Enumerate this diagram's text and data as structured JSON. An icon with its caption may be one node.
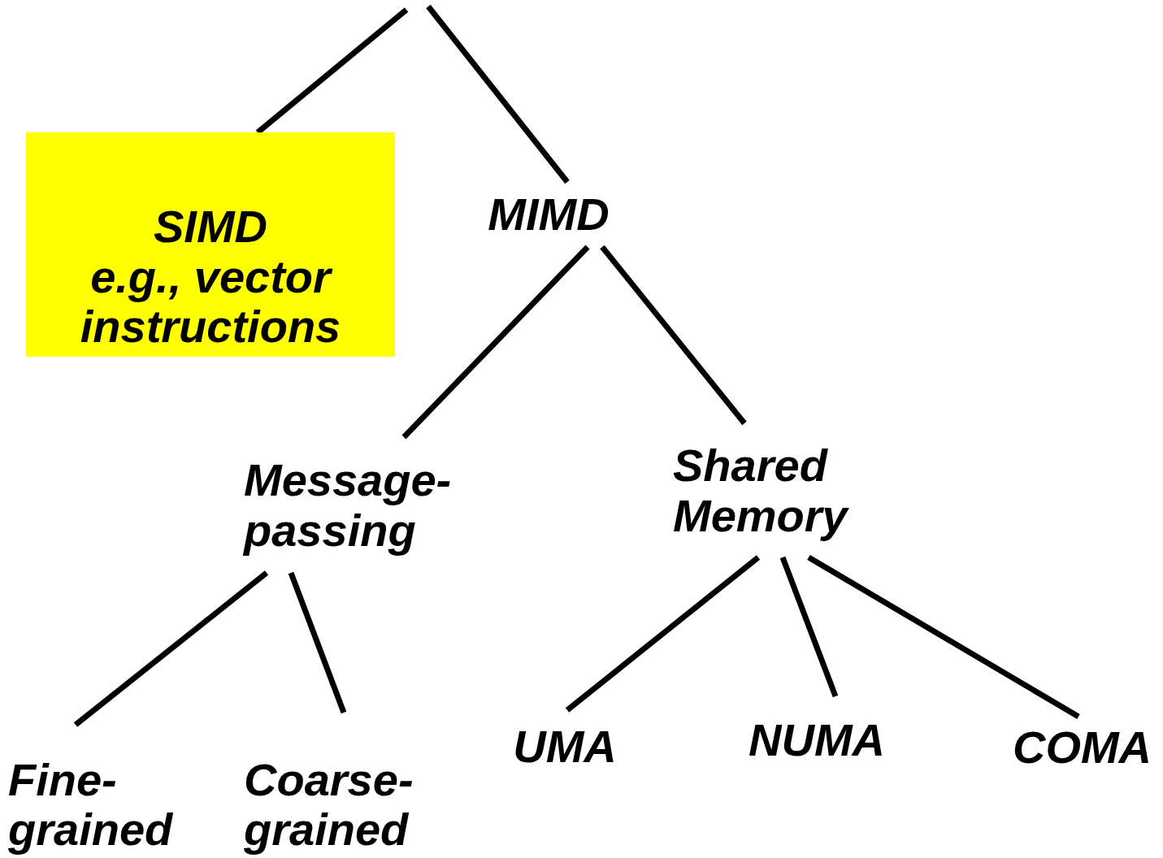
{
  "diagram": {
    "nodes": [
      {
        "text": [
          "SIMD",
          "e.g., vector instructions"
        ]
      },
      {
        "text": [
          "MIMD"
        ]
      },
      {
        "text": [
          "Message-passing"
        ]
      },
      {
        "text": [
          "Shared Memory"
        ]
      },
      {
        "text": [
          "Fine-grained"
        ]
      },
      {
        "text": [
          "Coarse-grained"
        ]
      },
      {
        "text": [
          "UMA"
        ]
      },
      {
        "text": [
          "NUMA"
        ]
      },
      {
        "text": [
          "COMA"
        ]
      }
    ],
    "edges": [
      {
        "from": null,
        "to": 0,
        "arrow": "none"
      },
      {
        "from": null,
        "to": 1,
        "arrow": "none"
      },
      {
        "from": 1,
        "to": 2,
        "arrow": "none"
      },
      {
        "from": 1,
        "to": 3,
        "arrow": "none"
      },
      {
        "from": 2,
        "to": 4,
        "arrow": "none"
      },
      {
        "from": 2,
        "to": 5,
        "arrow": "none"
      },
      {
        "from": 3,
        "to": 6,
        "arrow": "none"
      },
      {
        "from": 3,
        "to": 7,
        "arrow": "none"
      },
      {
        "from": 3,
        "to": 8,
        "arrow": "none"
      }
    ]
  }
}
